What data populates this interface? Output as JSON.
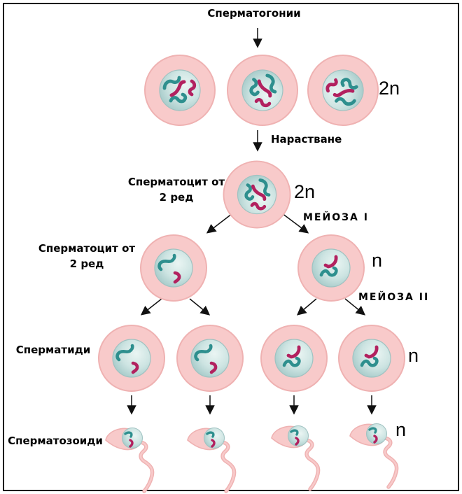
{
  "diagram": {
    "labels": {
      "spermatogonia": "Сперматогонии",
      "growth": "Нарастване",
      "primary_spermatocyte_line1": "Сперматоцит от",
      "primary_spermatocyte_line2": "2 ред",
      "meiosis_1": "МЕЙОЗА I",
      "secondary_spermatocyte_line1": "Сперматоцит от",
      "secondary_spermatocyte_line2": "2 ред",
      "meiosis_2": "МЕЙОЗА II",
      "spermatids": "Сперматиди",
      "spermatozoa": "Сперматозоиди"
    },
    "ploidy": {
      "spermatogonia": "2n",
      "primary_spermatocyte": "2n",
      "secondary_spermatocyte": "n",
      "spermatids": "n",
      "spermatozoa": "n"
    },
    "colors": {
      "background": "#ffffff",
      "frame": "#000000",
      "text": "#000000",
      "arrow": "#111111",
      "cytoplasm": "#f8caca",
      "cell_border": "#efb2b2",
      "nucleus_edge": "#9fc2c1",
      "chromosome_teal": "#2e8f8e",
      "chromosome_magenta": "#b2215f"
    }
  }
}
